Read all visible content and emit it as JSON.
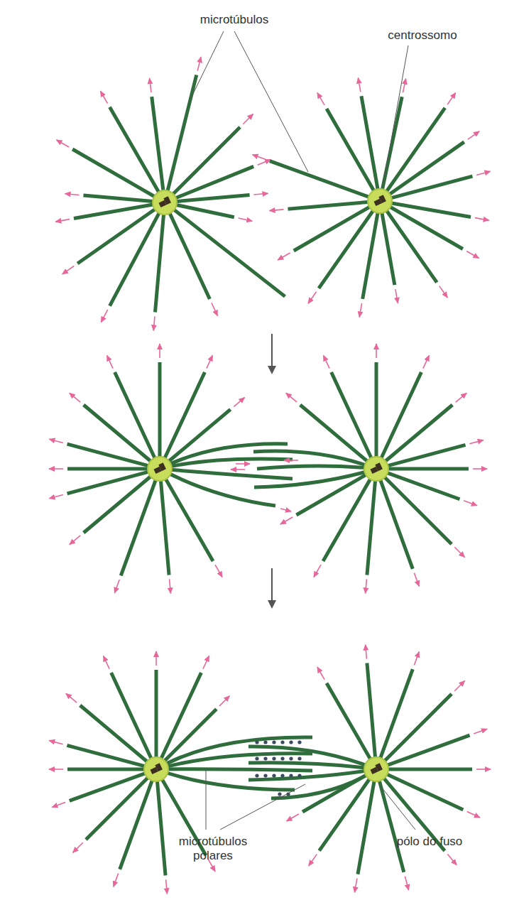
{
  "diagram": {
    "labels": [
      "microtúbulos",
      "centrossomo",
      "microtúbulos polares",
      "pólo do fuso"
    ]
  }
}
